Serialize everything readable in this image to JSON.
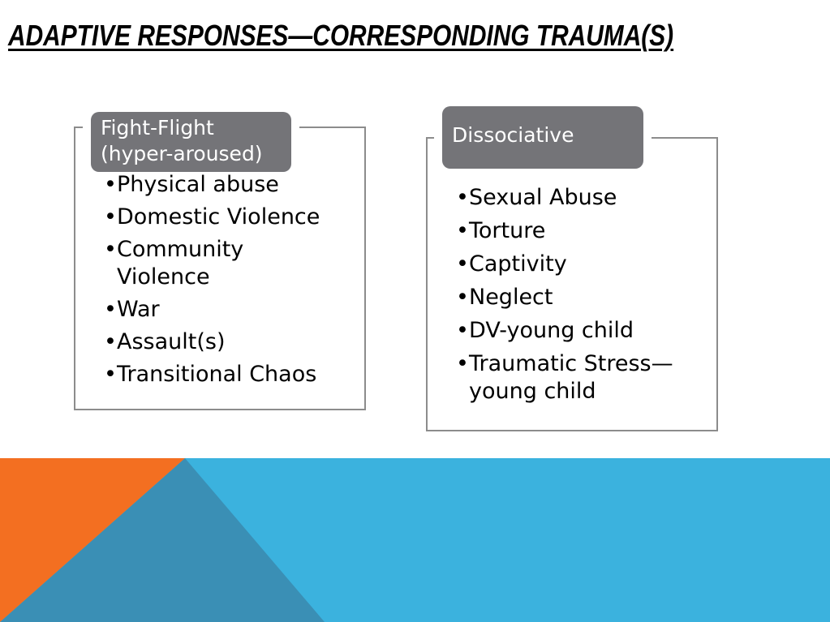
{
  "slide": {
    "title": "ADAPTIVE RESPONSES—CORRESPONDING TRAUMA(S)"
  },
  "left_group": {
    "header_line1": "Fight-Flight",
    "header_line2": "(hyper-aroused)",
    "items": [
      "Physical abuse",
      "Domestic Violence",
      "Community Violence",
      "War",
      "Assault(s)",
      "Transitional Chaos"
    ]
  },
  "right_group": {
    "header": "Dissociative",
    "items": [
      "Sexual Abuse",
      "Torture",
      "Captivity",
      "Neglect",
      "DV-young child",
      "Traumatic Stress—young child"
    ]
  },
  "colors": {
    "header_fill": "#747478",
    "panel_border": "#8c8c8c",
    "band_blue": "#3bb2de",
    "band_dark_blue": "#3a8fb5",
    "band_orange": "#f36f21"
  },
  "bullet_glyph": "•"
}
